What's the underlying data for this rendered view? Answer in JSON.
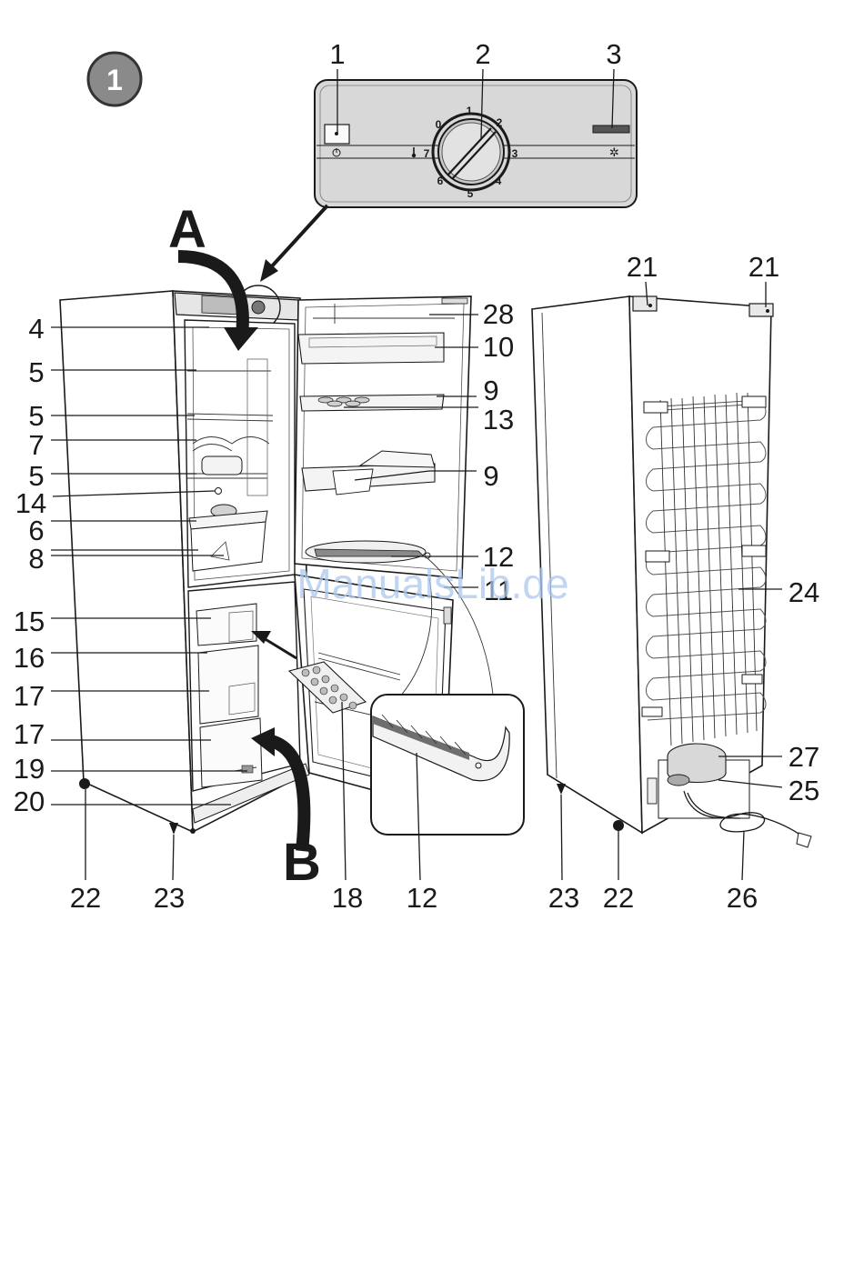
{
  "figure": {
    "badge": "1",
    "letter_a": "A",
    "letter_b": "B",
    "watermark": "ManualsLib.de"
  },
  "control_panel": {
    "callouts": [
      "1",
      "2",
      "3"
    ],
    "dial_positions": [
      "0",
      "1",
      "2",
      "3",
      "4",
      "5",
      "6",
      "7"
    ]
  },
  "callouts_left": [
    "4",
    "5",
    "5",
    "7",
    "5",
    "14",
    "6",
    "8",
    "15",
    "16",
    "17",
    "17",
    "19",
    "20"
  ],
  "callouts_door": [
    "28",
    "10",
    "9",
    "13",
    "9",
    "12",
    "11"
  ],
  "callouts_back": [
    "21",
    "21",
    "24",
    "27",
    "25"
  ],
  "callouts_bottom": [
    "22",
    "23",
    "18",
    "12",
    "23",
    "22",
    "26"
  ]
}
